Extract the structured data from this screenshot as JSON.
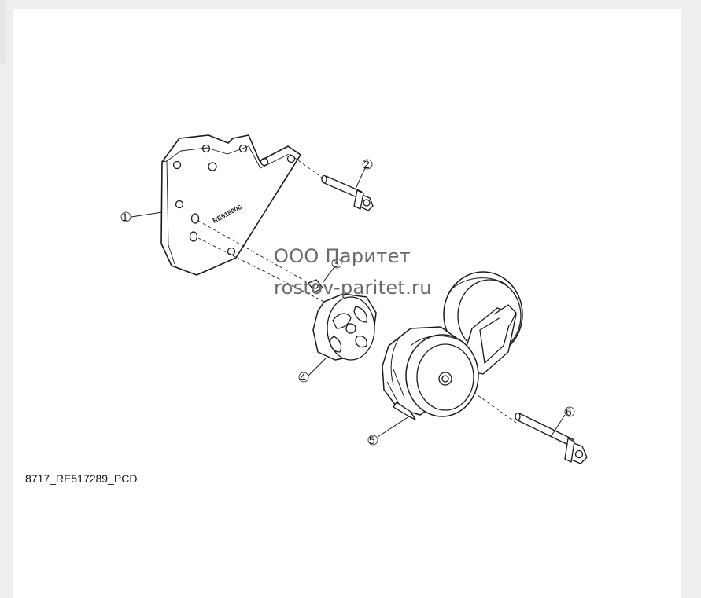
{
  "callouts": [
    {
      "id": "1",
      "label": "1"
    },
    {
      "id": "2",
      "label": "2"
    },
    {
      "id": "3",
      "label": "3"
    },
    {
      "id": "4",
      "label": "4"
    },
    {
      "id": "5",
      "label": "5"
    },
    {
      "id": "6",
      "label": "6"
    }
  ],
  "bracket_marking": "RE518006",
  "watermark": {
    "line1": "ООО Паритет",
    "line2": "rostov-paritet.ru"
  },
  "caption": "8717_RE517289_PCD"
}
